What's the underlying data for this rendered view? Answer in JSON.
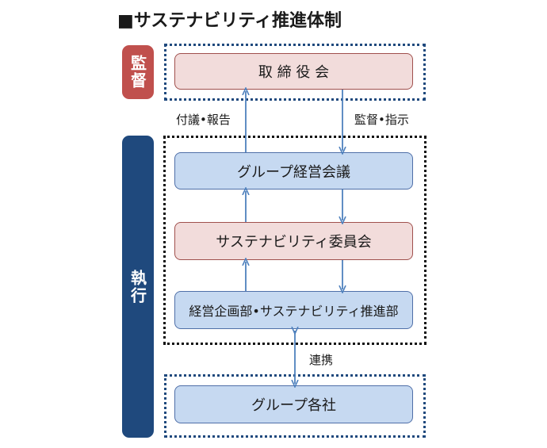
{
  "title": "■サステナビリティ推進体制",
  "sidebar": {
    "supervision": "監督",
    "execution": "執行"
  },
  "boxes": {
    "board": "取 締 役 会",
    "group_management_meeting": "グループ経営会議",
    "sustainability_committee": "サステナビリティ委員会",
    "planning_dept": "経営企画部•サステナビリティ推進部",
    "group_companies": "グループ各社"
  },
  "labels": {
    "report": "付議•報告",
    "supervise": "監督•指示",
    "cooperation": "連携"
  },
  "colors": {
    "supervision_red": "#c0504d",
    "execution_blue": "#1f497d",
    "pink_box": "#f2dcdb",
    "blue_box": "#c6d9f1",
    "arrow": "#4f81bd"
  }
}
